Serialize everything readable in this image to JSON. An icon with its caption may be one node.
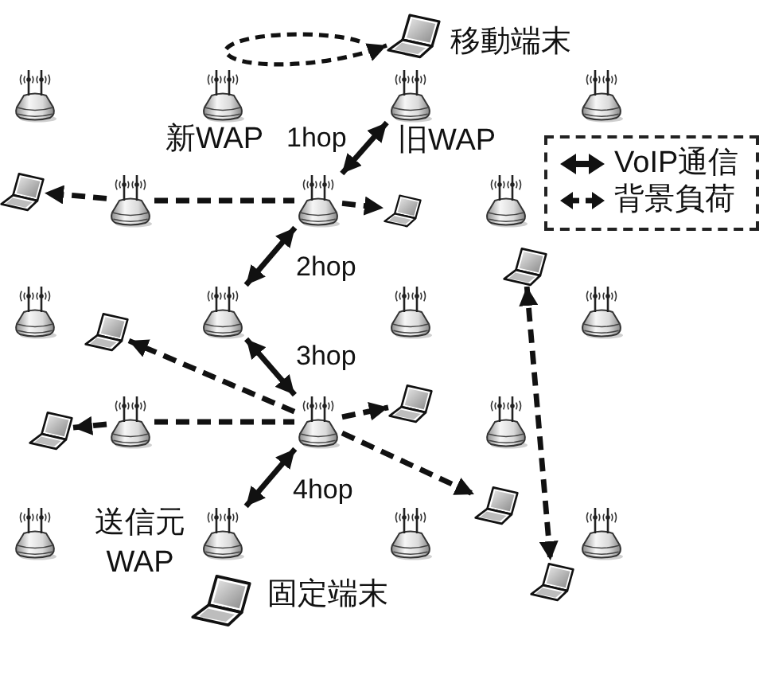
{
  "diagram": {
    "nodes": [
      {
        "text": [],
        "shape": "picture",
        "beside": [
          "移動端末"
        ]
      },
      {
        "text": [],
        "shape": "picture"
      },
      {
        "text": [],
        "shape": "picture",
        "beside": [
          "新WAP"
        ]
      },
      {
        "text": [],
        "shape": "picture",
        "beside": [
          "旧WAP"
        ]
      },
      {
        "text": [],
        "shape": "picture"
      },
      {
        "text": [],
        "shape": "picture"
      },
      {
        "text": [],
        "shape": "picture"
      },
      {
        "text": [],
        "shape": "picture"
      },
      {
        "text": [],
        "shape": "picture"
      },
      {
        "text": [],
        "shape": "picture"
      },
      {
        "text": [],
        "shape": "picture"
      },
      {
        "text": [],
        "shape": "picture"
      },
      {
        "text": [],
        "shape": "picture"
      },
      {
        "text": [],
        "shape": "picture"
      },
      {
        "text": [],
        "shape": "picture"
      },
      {
        "text": [],
        "shape": "picture"
      },
      {
        "text": [],
        "shape": "picture"
      },
      {
        "text": [],
        "shape": "picture"
      },
      {
        "text": [],
        "shape": "picture"
      },
      {
        "text": [],
        "shape": "picture"
      },
      {
        "text": [],
        "shape": "picture"
      },
      {
        "text": [],
        "shape": "picture"
      },
      {
        "text": [],
        "shape": "picture"
      },
      {
        "text": [],
        "shape": "picture",
        "beside": [
          "送信元WAP"
        ]
      },
      {
        "text": [],
        "shape": "picture"
      },
      {
        "text": [],
        "shape": "picture"
      },
      {
        "text": [],
        "shape": "picture",
        "beside": [
          "固定端末"
        ]
      },
      {
        "text": [],
        "shape": "picture"
      }
    ],
    "edges": [
      {
        "from": null,
        "to": 0,
        "arrow": "to",
        "style": "dashed"
      },
      {
        "from": 3,
        "to": 7,
        "arrow": "both",
        "label": "1hop"
      },
      {
        "from": 7,
        "to": 13,
        "arrow": "both",
        "label": "2hop"
      },
      {
        "from": 13,
        "to": 18,
        "arrow": "both",
        "label": "3hop"
      },
      {
        "from": 18,
        "to": 23,
        "arrow": "both",
        "label": "4hop"
      },
      {
        "from": 6,
        "to": 5,
        "arrow": "to",
        "style": "dashed"
      },
      {
        "from": 6,
        "to": 7,
        "arrow": "none",
        "style": "dashed"
      },
      {
        "from": 7,
        "to": 8,
        "arrow": "to",
        "style": "dashed"
      },
      {
        "from": 10,
        "to": 27,
        "arrow": "both",
        "style": "dashed"
      },
      {
        "from": 18,
        "to": 12,
        "arrow": "to",
        "style": "dashed"
      },
      {
        "from": 18,
        "to": 21,
        "arrow": "to",
        "style": "dashed"
      },
      {
        "from": 17,
        "to": 16,
        "arrow": "to",
        "style": "dashed"
      },
      {
        "from": 17,
        "to": 18,
        "arrow": "none",
        "style": "dashed"
      },
      {
        "from": 18,
        "to": 19,
        "arrow": "to",
        "style": "dashed"
      }
    ],
    "legend": [
      {
        "text": "VoIP通信"
      },
      {
        "text": "背景負荷"
      }
    ]
  }
}
